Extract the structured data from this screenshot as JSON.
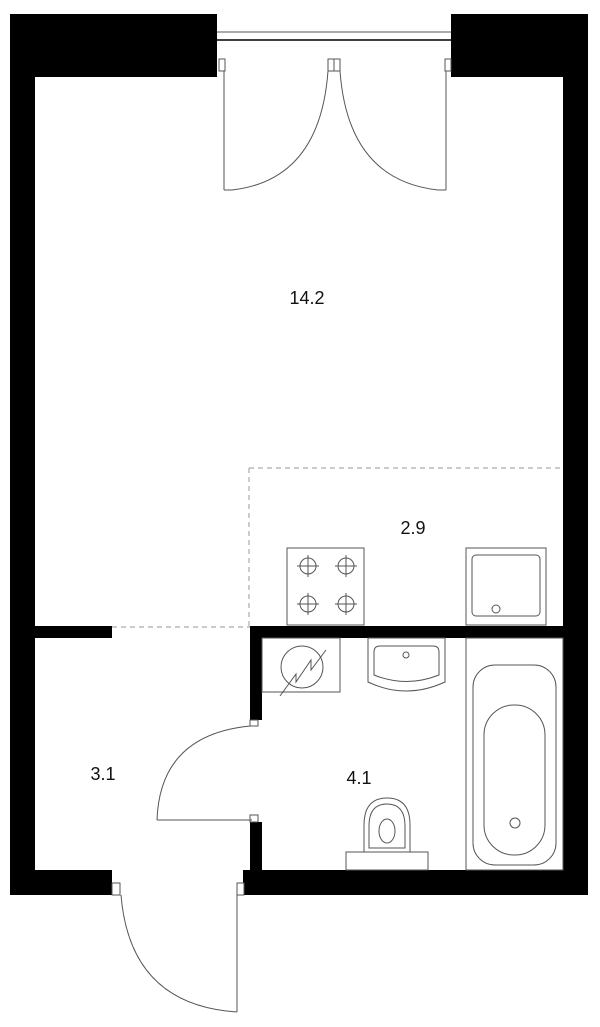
{
  "plan": {
    "rooms": [
      {
        "id": "living-room",
        "area": "14.2"
      },
      {
        "id": "kitchen-zone",
        "area": "2.9"
      },
      {
        "id": "hallway",
        "area": "3.1"
      },
      {
        "id": "bathroom",
        "area": "4.1"
      }
    ],
    "colors": {
      "wall": "#000000",
      "line": "#555555",
      "zone_dash": "#aaaaaa"
    }
  }
}
